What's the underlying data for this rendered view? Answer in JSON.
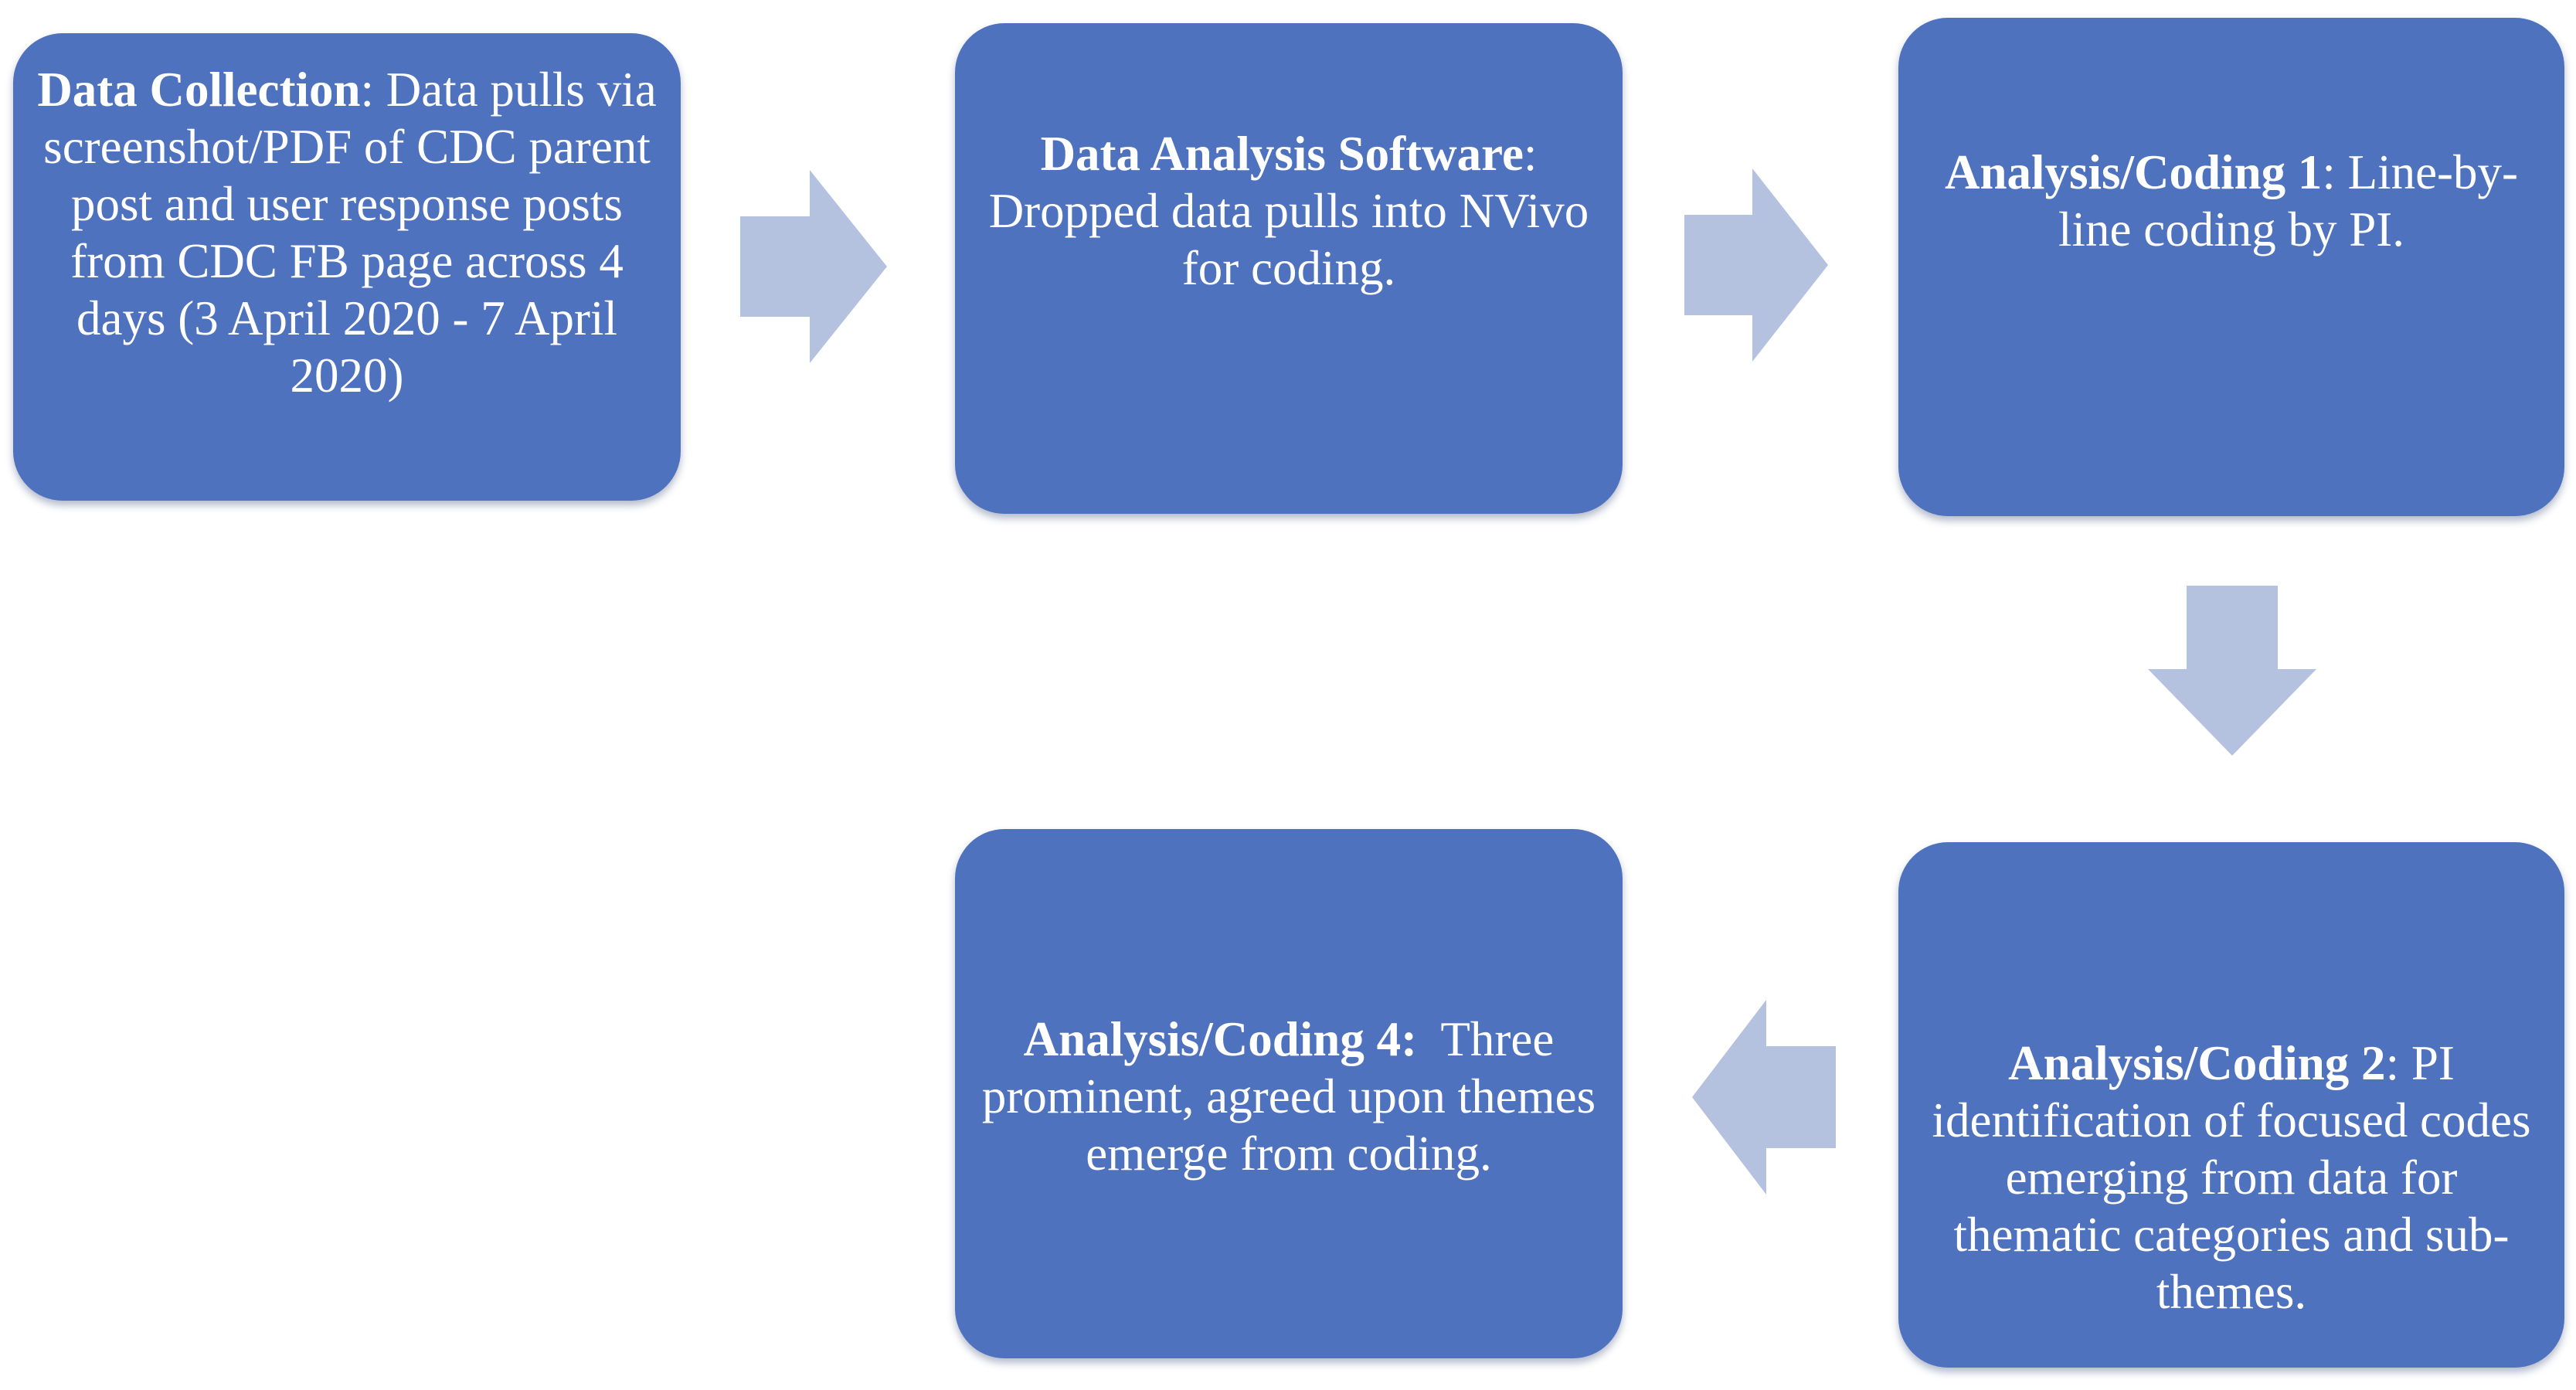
{
  "colors": {
    "box_fill": "#4f72bf",
    "box_text": "#ffffff",
    "arrow_fill": "#b4c2e0"
  },
  "steps": {
    "data_collection": {
      "title": "Data Collection",
      "body": ": Data pulls via screenshot/PDF of CDC parent post and user response posts from CDC FB page across 4 days (3 April 2020 - 7 April 2020)"
    },
    "software": {
      "title": "Data Analysis Software",
      "body": ": Dropped data pulls into NVivo for coding."
    },
    "coding_1": {
      "title": "Analysis/Coding 1",
      "body": ": Line-by-line coding by PI."
    },
    "coding_2": {
      "title": "Analysis/Coding 2",
      "body": ": PI identification of focused codes emerging from data for thematic categories and sub-themes."
    },
    "coding_4": {
      "title": "Analysis/Coding 4:",
      "body": "  Three prominent, agreed upon themes emerge from coding."
    }
  },
  "arrows": [
    {
      "from": "data_collection",
      "to": "software",
      "direction": "right"
    },
    {
      "from": "software",
      "to": "coding_1",
      "direction": "right"
    },
    {
      "from": "coding_1",
      "to": "coding_2",
      "direction": "down"
    },
    {
      "from": "coding_2",
      "to": "coding_4",
      "direction": "left"
    }
  ]
}
